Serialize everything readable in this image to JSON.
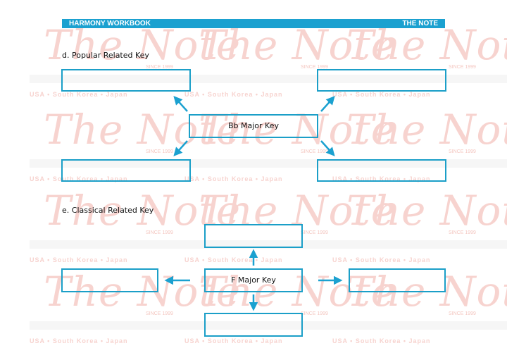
{
  "header": {
    "left": "HARMONY WORKBOOK",
    "right": "THE NOTE"
  },
  "watermark": {
    "logo": "The Note",
    "since": "SINCE 1999",
    "tagline": "USA • South Korea • Japan"
  },
  "section_d": {
    "title": "d. Popular Related Key",
    "center_key": "Bb Major Key"
  },
  "section_e": {
    "title": "e. Classical Related Key",
    "center_key": "F Major Key"
  },
  "colors": {
    "accent": "#1ba1d0",
    "watermark": "#f7d3cf"
  }
}
